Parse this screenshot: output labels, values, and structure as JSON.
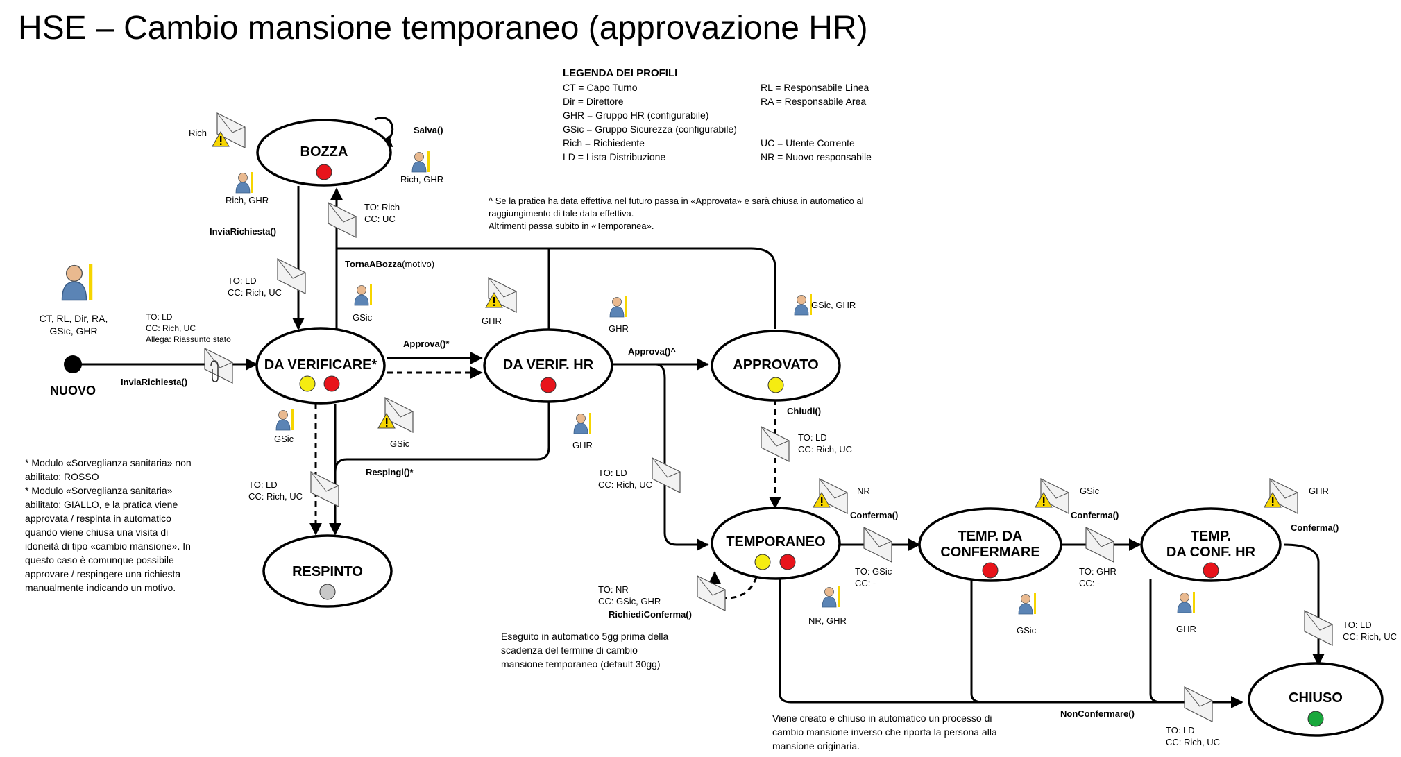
{
  "title": "HSE – Cambio mansione temporaneo (approvazione HR)",
  "legend": {
    "heading": "LEGENDA DEI PROFILI",
    "left": [
      "CT = Capo Turno",
      "Dir = Direttore",
      "GHR = Gruppo HR (configurabile)",
      "GSic = Gruppo Sicurezza (configurabile)",
      "Rich = Richiedente",
      "LD = Lista Distribuzione"
    ],
    "right": [
      "RL = Responsabile Linea",
      "RA = Responsabile Area",
      "",
      "",
      "UC = Utente Corrente",
      "NR = Nuovo responsabile"
    ]
  },
  "note_top": [
    "^ Se la pratica ha data effettiva nel futuro passa in «Approvata» e sarà chiusa in automatico al",
    "raggiungimento di tale data effettiva.",
    "Altrimenti passa subito in «Temporanea»."
  ],
  "note_left": [
    "* Modulo «Sorveglianza sanitaria» non",
    "abilitato: ROSSO",
    "* Modulo «Sorveglianza sanitaria»",
    "abilitato: GIALLO, e la pratica viene",
    "approvata / respinta in automatico",
    "quando viene chiusa una visita di",
    "idoneità di tipo «cambio mansione». In",
    "questo caso è comunque possibile",
    "approvare / respingere una richiesta",
    "manualmente indicando un motivo."
  ],
  "note_auto": [
    "Eseguito in automatico 5gg prima della",
    "scadenza del termine di cambio",
    "mansione temporaneo (default 30gg)"
  ],
  "note_bottom": [
    "Viene creato e chiuso in automatico un processo di",
    "cambio mansione inverso che riporta la persona alla",
    "mansione originaria."
  ],
  "states": {
    "nuovo": "NUOVO",
    "bozza": "BOZZA",
    "da_verificare": "DA VERIFICARE*",
    "da_verif_hr": "DA VERIF. HR",
    "approvato": "APPROVATO",
    "respinto": "RESPINTO",
    "temporaneo": "TEMPORANEO",
    "temp_da_confermare": [
      "TEMP. DA",
      "CONFERMARE"
    ],
    "temp_da_conf_hr": [
      "TEMP.",
      "DA CONF. HR"
    ],
    "chiuso": "CHIUSO"
  },
  "transitions": {
    "salva": "Salva()",
    "invia_richiesta_top": "InviaRichiesta()",
    "invia_richiesta_left": "InviaRichiesta()",
    "torna_a_bozza_bold": "TornaABozza",
    "torna_a_bozza_rest": "(motivo)",
    "approva_1": "Approva()*",
    "approva_2": "Approva()^",
    "respingi": "Respingi()*",
    "chiudi": "Chiudi()",
    "conferma_1": "Conferma()",
    "conferma_2": "Conferma()",
    "conferma_3": "Conferma()",
    "richiedi_conferma": "RichiediConferma()",
    "non_confermare": "NonConfermare()"
  },
  "roles": {
    "rich": "Rich",
    "rich_ghr_1": "Rich, GHR",
    "rich_ghr_2": "Rich, GHR",
    "start_roles": [
      "CT, RL, Dir, RA,",
      "GSic, GHR"
    ],
    "gsic_1": "GSic",
    "ghr_1": "GHR",
    "ghr_2": "GHR",
    "gsic_ghr": "GSic, GHR",
    "gsic_2": "GSic",
    "gsic_3": "GSic",
    "ghr_3": "GHR",
    "nr": "NR",
    "nr_ghr": "NR, GHR",
    "gsic_4": "GSic",
    "gsic_5": "GSic",
    "ghr_4": "GHR",
    "ghr_5": "GHR"
  },
  "mails": {
    "m1": [
      "TO: Rich",
      "CC: UC"
    ],
    "m2": [
      "TO: LD",
      "CC: Rich, UC"
    ],
    "m3": [
      "TO: LD",
      "CC: Rich, UC",
      "Allega: Riassunto stato"
    ],
    "m4": [
      "TO: LD",
      "CC: Rich, UC"
    ],
    "m5": [
      "TO: LD",
      "CC: Rich, UC"
    ],
    "m6": [
      "TO: LD",
      "CC: Rich, UC"
    ],
    "m7": [
      "TO: NR",
      "CC: GSic, GHR"
    ],
    "m8": [
      "TO: GSic",
      "CC: -"
    ],
    "m9": [
      "TO: GHR",
      "CC: -"
    ],
    "m10": [
      "TO: LD",
      "CC: Rich, UC"
    ],
    "m11": [
      "TO: LD",
      "CC: Rich, UC"
    ]
  },
  "colors": {
    "red": "#e8141b",
    "yellow": "#f5ec11",
    "gray": "#c8c8c8",
    "green": "#19a83c",
    "warning": "#f6d500"
  }
}
